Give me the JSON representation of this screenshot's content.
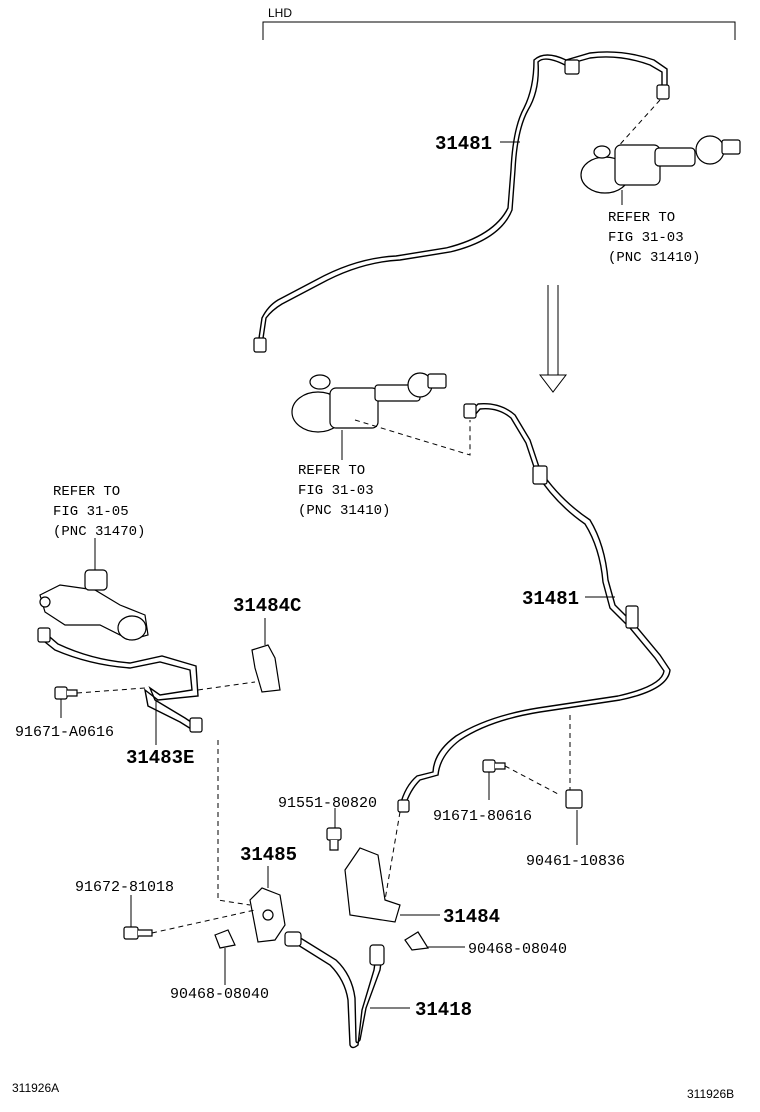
{
  "variant_label": "LHD",
  "upper_section": {
    "pipe_part": "31481",
    "refer_lines": [
      "REFER TO",
      "FIG 31-03",
      "(PNC 31410)"
    ]
  },
  "lower_section": {
    "pipe_part": "31481",
    "refer_master": [
      "REFER TO",
      "FIG 31-03",
      "(PNC 31410)"
    ],
    "refer_release": [
      "REFER TO",
      "FIG 31-05",
      "(PNC 31470)"
    ],
    "parts": {
      "p31484C": "31484C",
      "p91671A0616": "91671-A0616",
      "p31483E": "31483E",
      "p91551": "91551-80820",
      "p9167180616": "91671-80616",
      "p90461": "90461-10836",
      "p31485": "31485",
      "p91672": "91672-81018",
      "p31484": "31484",
      "p90468_right": "90468-08040",
      "p90468_left": "90468-08040",
      "p31418": "31418"
    }
  },
  "footer": {
    "code_left": "311926A",
    "code_right": "311926B"
  }
}
